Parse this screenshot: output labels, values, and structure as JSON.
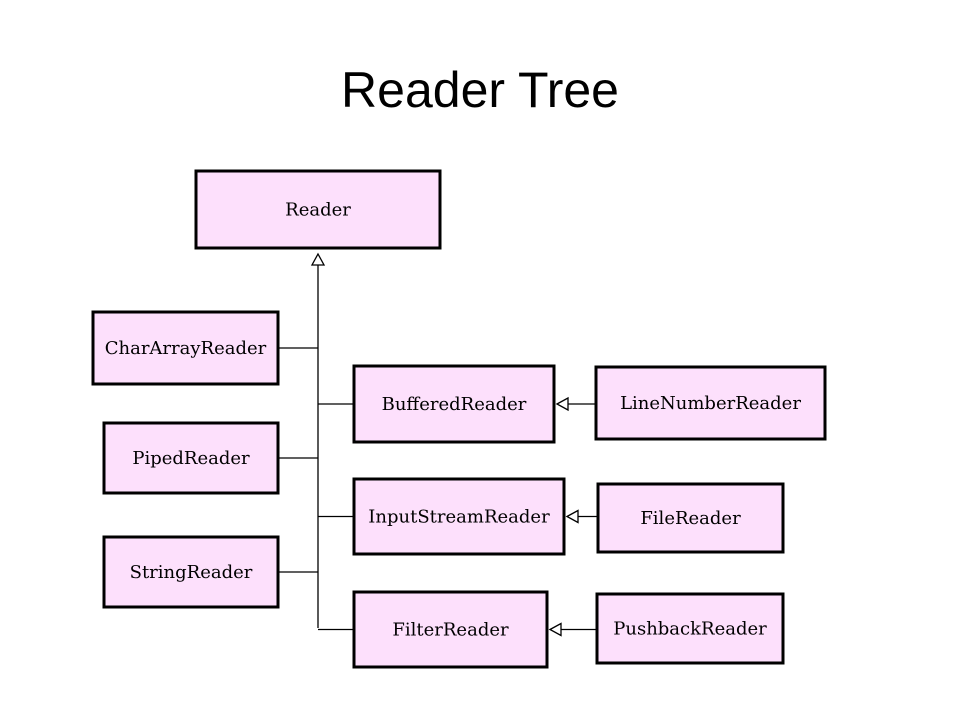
{
  "title": "Reader Tree",
  "colors": {
    "box_fill": "#fde0fc",
    "box_border": "#000000",
    "background": "#ffffff"
  },
  "nodes": [
    {
      "id": "reader",
      "label": "Reader"
    },
    {
      "id": "chararrayreader",
      "label": "CharArrayReader"
    },
    {
      "id": "pipedreader",
      "label": "PipedReader"
    },
    {
      "id": "stringreader",
      "label": "StringReader"
    },
    {
      "id": "bufferedreader",
      "label": "BufferedReader"
    },
    {
      "id": "inputstreamreader",
      "label": "InputStreamReader"
    },
    {
      "id": "filterreader",
      "label": "FilterReader"
    },
    {
      "id": "linenumberreader",
      "label": "LineNumberReader"
    },
    {
      "id": "filereader",
      "label": "FileReader"
    },
    {
      "id": "pushbackreader",
      "label": "PushbackReader"
    }
  ],
  "edges": [
    {
      "from": "chararrayreader",
      "to": "reader",
      "type": "inheritance"
    },
    {
      "from": "pipedreader",
      "to": "reader",
      "type": "inheritance"
    },
    {
      "from": "stringreader",
      "to": "reader",
      "type": "inheritance"
    },
    {
      "from": "bufferedreader",
      "to": "reader",
      "type": "inheritance"
    },
    {
      "from": "inputstreamreader",
      "to": "reader",
      "type": "inheritance"
    },
    {
      "from": "filterreader",
      "to": "reader",
      "type": "inheritance"
    },
    {
      "from": "linenumberreader",
      "to": "bufferedreader",
      "type": "inheritance"
    },
    {
      "from": "filereader",
      "to": "inputstreamreader",
      "type": "inheritance"
    },
    {
      "from": "pushbackreader",
      "to": "filterreader",
      "type": "inheritance"
    }
  ]
}
